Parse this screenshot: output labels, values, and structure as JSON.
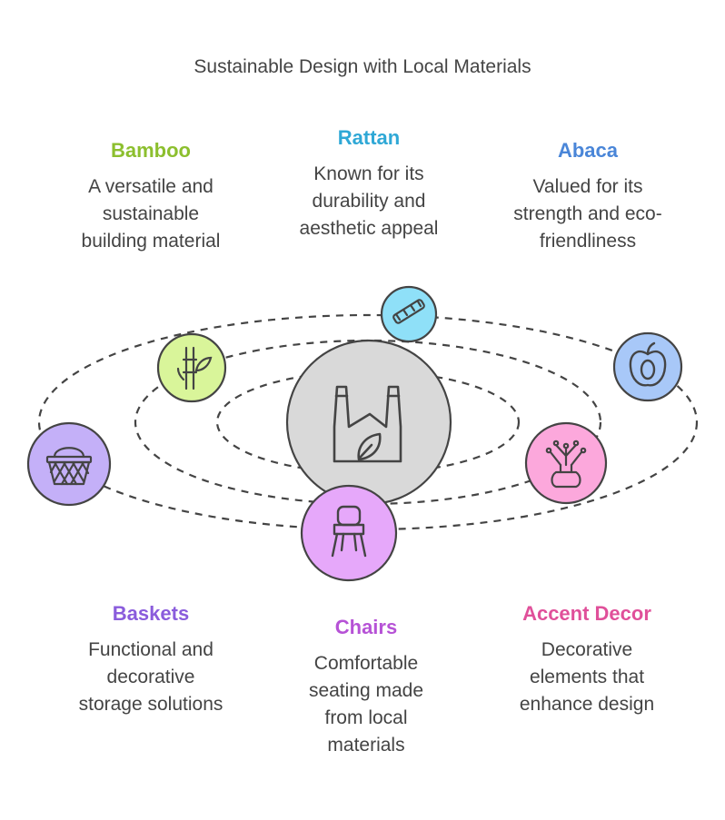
{
  "title": "Sustainable Design with Local Materials",
  "items": {
    "bamboo": {
      "label": "Bamboo",
      "description": "A versatile and\nsustainable\nbuilding material",
      "color": "#8cbf2e",
      "fill": "#d9f59a",
      "icon": "bamboo-icon"
    },
    "rattan": {
      "label": "Rattan",
      "description": "Known for its\ndurability and\naesthetic appeal",
      "color": "#2fa8d6",
      "fill": "#8fe0f8",
      "icon": "rattan-cane-icon"
    },
    "abaca": {
      "label": "Abaca",
      "description": "Valued for its\nstrength and eco-\nfriendliness",
      "color": "#4a86d8",
      "fill": "#a8c8f8",
      "icon": "abaca-fruit-icon"
    },
    "baskets": {
      "label": "Baskets",
      "description": "Functional and\ndecorative\nstorage solutions",
      "color": "#8a5cdc",
      "fill": "#c4b0f8",
      "icon": "basket-icon"
    },
    "chairs": {
      "label": "Chairs",
      "description": "Comfortable\nseating made\nfrom local\nmaterials",
      "color": "#b652d6",
      "fill": "#e6a8fa",
      "icon": "chair-icon"
    },
    "accent": {
      "label": "Accent Decor",
      "description": "Decorative\nelements that\nenhance design",
      "color": "#e0509a",
      "fill": "#fca8dc",
      "icon": "vase-decor-icon"
    }
  },
  "center": {
    "icon": "eco-factory-icon",
    "fill": "#d9d9d9"
  }
}
